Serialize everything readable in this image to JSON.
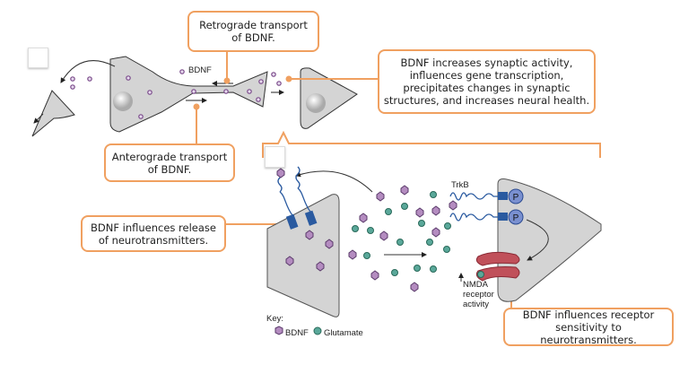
{
  "callouts": {
    "retrograde": "Retrograde transport of BDNF.",
    "synaptic": "BDNF increases synaptic activity, influences gene transcription, precipitates changes in synaptic structures, and increases neural health.",
    "anterograde": "Anterograde transport of BDNF.",
    "release": "BDNF influences release of neurotransmitters.",
    "receptor": "BDNF influences receptor sensitivity to neurotransmitters."
  },
  "labels": {
    "bdnf_top": "BDNF",
    "trkb": "TrkB",
    "p": "P",
    "nmda": "NMDA receptor activity",
    "key_title": "Key:",
    "key_bdnf": "BDNF",
    "key_glutamate": "Glutamate"
  },
  "colors": {
    "accent": "#f0a060",
    "bdnf": "#b48cc0",
    "glutamate": "#5aa89a",
    "cell": "#d4d4d4",
    "receptor": "#2a5aa0",
    "nmda": "#c0505a"
  }
}
